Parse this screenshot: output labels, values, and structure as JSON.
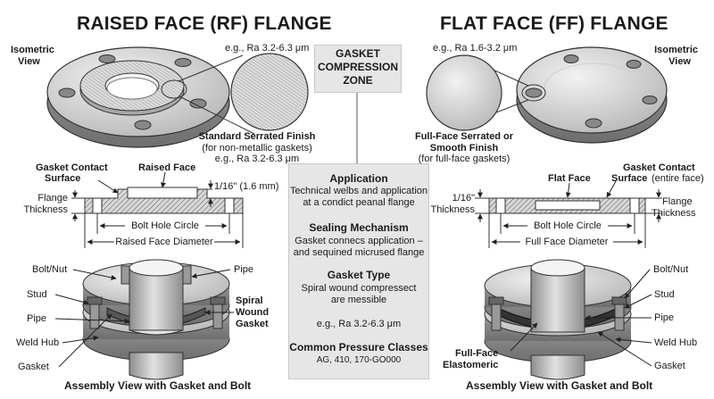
{
  "titles": {
    "raised_face": "RAISED FACE (RF) FLANGE",
    "flat_face": "FLAT FACE (FF) FLANGE"
  },
  "rf": {
    "isometric_view": [
      "Isometric",
      "View"
    ],
    "roughness_top": "e.g., Ra 3.2-6.3 μm",
    "finish_title": "Standard Serrated Finish",
    "finish_note": "(for non-metallic gaskets)",
    "finish_ra": "e.g., Ra 3.2-6.3 μm",
    "gasket_contact_surface": [
      "Gasket Contact",
      "Surface"
    ],
    "raised_face": "Raised Face",
    "height": "1/16\" (1.6 mm)",
    "flange_thickness": [
      "Flange",
      "Thickness"
    ],
    "bolt_hole_circle": "Bolt Hole Circle",
    "raised_face_diameter": "Raised Face Diameter",
    "bolt_nut": "Bolt/Nut",
    "pipe_top": "Pipe",
    "stud": "Stud",
    "spiral_wound_gasket": [
      "Spiral",
      "Wound",
      "Gasket"
    ],
    "pipe": "Pipe",
    "weld_hub": "Weld Hub",
    "gasket": "Gasket",
    "assembly": "Assembly View with Gasket and Bolt"
  },
  "center": {
    "zone": [
      "GASKET",
      "COMPRESSION",
      "ZONE"
    ],
    "application_title": "Application",
    "application_text": [
      "Technical welbs and application",
      "at a condict peanal flange"
    ],
    "sealing_title": "Sealing Mechanism",
    "sealing_text": [
      "Gasket connecs application –",
      "and sequined micrused flange"
    ],
    "gasket_type_title": "Gasket Type",
    "gasket_type_text": [
      "Spiral wound compressect",
      "are messible"
    ],
    "ra": "e.g., Ra 3.2-6.3 μm",
    "pressure_title": "Common Pressure Classes",
    "pressure_text": "AG, 410, 170-GO000"
  },
  "ff": {
    "roughness_top": "e.g., Ra 1.6-3.2 μm",
    "isometric_view": [
      "Isometric",
      "View"
    ],
    "finish_title": [
      "Full-Face Serrated or",
      "Smooth Finish"
    ],
    "finish_note": "(for full-face gaskets)",
    "flat_face": "Flat Face",
    "gasket_contact_surface": [
      "Gasket Contact",
      "Surface",
      "(entire face)"
    ],
    "height": [
      "1/16\"",
      "Thickness"
    ],
    "flange_thickness": [
      "Flange",
      "Thickness"
    ],
    "bolt_hole_circle": "Bolt Hole Circle",
    "full_face_diameter": "Full Face Diameter",
    "bolt_nut": "Bolt/Nut",
    "stud": "Stud",
    "pipe": "Pipe",
    "weld_hub": "Weld Hub",
    "full_face_elastomeric": [
      "Full-Face",
      "Elastomeric"
    ],
    "gasket": "Gasket",
    "assembly": "Assembly View with Gasket and Bolt"
  }
}
